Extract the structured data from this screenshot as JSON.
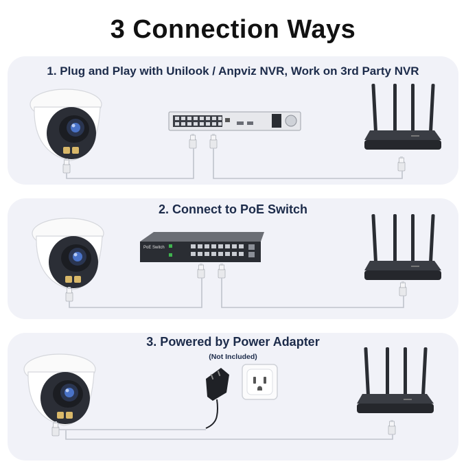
{
  "title": "3 Connection Ways",
  "methods": [
    {
      "label": "1. Plug and Play with Unilook / Anpviz NVR, Work on 3rd Party NVR"
    },
    {
      "label": "2. Connect to PoE Switch"
    },
    {
      "label": "3. Powered by Power Adapter",
      "note": "(Not Included)"
    }
  ],
  "device_labels": {
    "switch_brand": "PoE Switch"
  },
  "icons": [
    "camera-icon",
    "nvr-icon",
    "router-icon",
    "poe-switch-icon",
    "power-adapter-icon",
    "wall-outlet-icon",
    "ethernet-plug-icon"
  ],
  "colors": {
    "panel": "#f1f2f8",
    "heading": "#1c2b4a",
    "cable": "#bfc3cc",
    "device_dark": "#2a2d33"
  }
}
